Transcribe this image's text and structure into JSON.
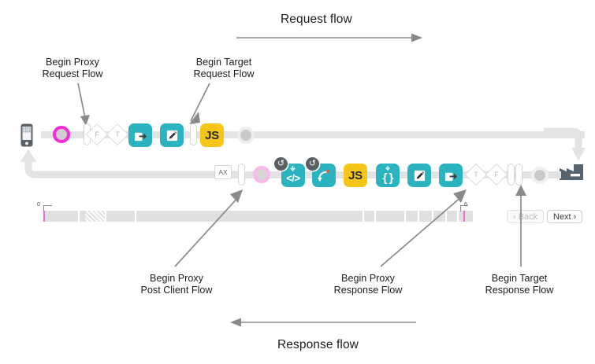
{
  "diagram": {
    "title_top": "Request flow",
    "title_bottom": "Response flow",
    "callouts": [
      {
        "id": "begin-proxy-request-flow",
        "line1": "Begin Proxy",
        "line2": "Request Flow"
      },
      {
        "id": "begin-target-request-flow",
        "line1": "Begin Target",
        "line2": "Request Flow"
      },
      {
        "id": "begin-proxy-post-client-flow",
        "line1": "Begin Proxy",
        "line2": "Post Client Flow"
      },
      {
        "id": "begin-proxy-response-flow",
        "line1": "Begin Proxy",
        "line2": "Response Flow"
      },
      {
        "id": "begin-target-response-flow",
        "line1": "Begin Target",
        "line2": "Response Flow"
      }
    ],
    "colors": {
      "teal": "#2bb3c0",
      "yellow": "#f5c518",
      "magenta": "#f22ad8",
      "magenta_soft": "#f9b9ea",
      "rail": "#e3e3e3",
      "target": "#55646e",
      "arrow": "#8a8a8a",
      "text": "#1d1d1d"
    },
    "request_row": {
      "client_icon": "mobile-phone-icon",
      "nodes": [
        {
          "type": "ring",
          "icon": "magenta-ring-circle"
        },
        {
          "type": "pill",
          "icon": "flow-hook-pill"
        },
        {
          "type": "diamond",
          "label": "F"
        },
        {
          "type": "diamond",
          "label": "T"
        },
        {
          "type": "square",
          "icon": "share-policy-icon",
          "color": "#2bb3c0"
        },
        {
          "type": "square",
          "icon": "pencil-policy-icon",
          "color": "#2bb3c0"
        },
        {
          "type": "pill",
          "icon": "flow-hook-pill"
        },
        {
          "type": "square",
          "icon": "javascript-policy-icon",
          "color": "#f5c518",
          "label": "JS"
        },
        {
          "type": "ring",
          "icon": "grey-ring-circle"
        }
      ],
      "target_icon": "target-server-icon"
    },
    "response_row": {
      "nodes": [
        {
          "type": "ax",
          "label": "AX",
          "icon": "ax-badge-icon"
        },
        {
          "type": "pill",
          "icon": "flow-hook-pill"
        },
        {
          "type": "ring",
          "icon": "magenta-soft-ring-circle"
        },
        {
          "type": "square",
          "icon": "xml-code-policy-icon",
          "color": "#2bb3c0",
          "label": "</>",
          "badge": "async-badge-icon"
        },
        {
          "type": "square",
          "icon": "route-policy-icon",
          "color": "#2bb3c0",
          "badge": "async-badge-icon"
        },
        {
          "type": "square",
          "icon": "javascript-policy-icon",
          "color": "#f5c518",
          "label": "JS"
        },
        {
          "type": "square",
          "icon": "json-policy-icon",
          "color": "#2bb3c0",
          "label": "{ }"
        },
        {
          "type": "square",
          "icon": "pencil-policy-icon",
          "color": "#2bb3c0"
        },
        {
          "type": "square",
          "icon": "share-policy-icon",
          "color": "#2bb3c0"
        },
        {
          "type": "diamond",
          "label": "T"
        },
        {
          "type": "diamond",
          "label": "F"
        },
        {
          "type": "pill",
          "icon": "flow-hook-pill"
        },
        {
          "type": "pill",
          "icon": "flow-hook-pill"
        },
        {
          "type": "ring",
          "icon": "grey-ring-circle"
        }
      ]
    },
    "timeline": {
      "start_flag": "0",
      "end_flag": "6",
      "back_label": "‹ Back",
      "next_label": "Next ›",
      "back_disabled": true
    }
  }
}
